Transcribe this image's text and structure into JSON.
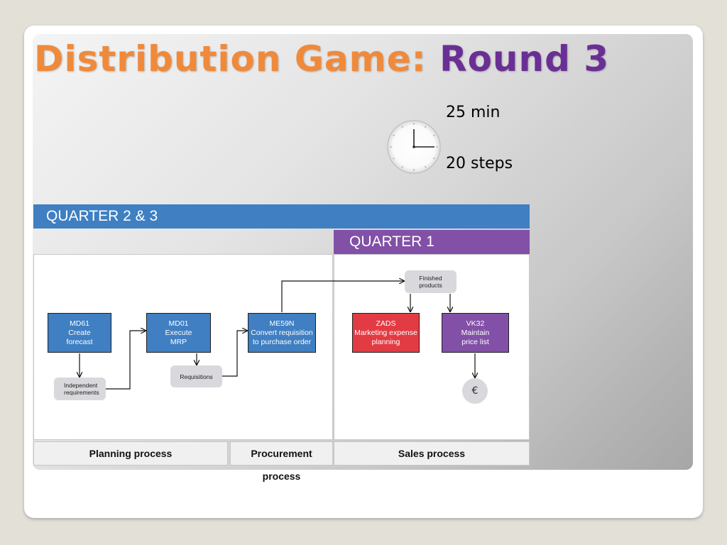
{
  "slide": {
    "title_part1": "Distribution Game: ",
    "title_part2": "Round 3",
    "time_label": "25 min",
    "steps_label": "20 steps",
    "colors": {
      "title_orange": "#f08a3b",
      "title_purple": "#6a2f95",
      "blue": "#3f7fc2",
      "purple": "#8250a7",
      "red": "#e33b43"
    }
  },
  "diagram": {
    "quarter23": "QUARTER 2 & 3",
    "quarter1": "QUARTER 1",
    "boxes": {
      "md61": {
        "code": "MD61",
        "line1": "Create",
        "line2": "forecast"
      },
      "md01": {
        "code": "MD01",
        "line1": "Execute",
        "line2": "MRP"
      },
      "me59n": {
        "code": "ME59N",
        "line1": "Convert requisition",
        "line2": "to purchase order"
      },
      "zads": {
        "code": "ZADS",
        "line1": "Marketing expense",
        "line2": "planning"
      },
      "vk32": {
        "code": "VK32",
        "line1": "Maintain",
        "line2": "price list"
      }
    },
    "docs": {
      "independent": {
        "line1": "Independent",
        "line2": "requirements"
      },
      "requisitions": "Requisitions",
      "finished": {
        "line1": "Finished",
        "line2": "products"
      },
      "euro": "€"
    },
    "footers": {
      "planning": "Planning process",
      "procurement": "Procurement process",
      "sales": "Sales process"
    }
  }
}
